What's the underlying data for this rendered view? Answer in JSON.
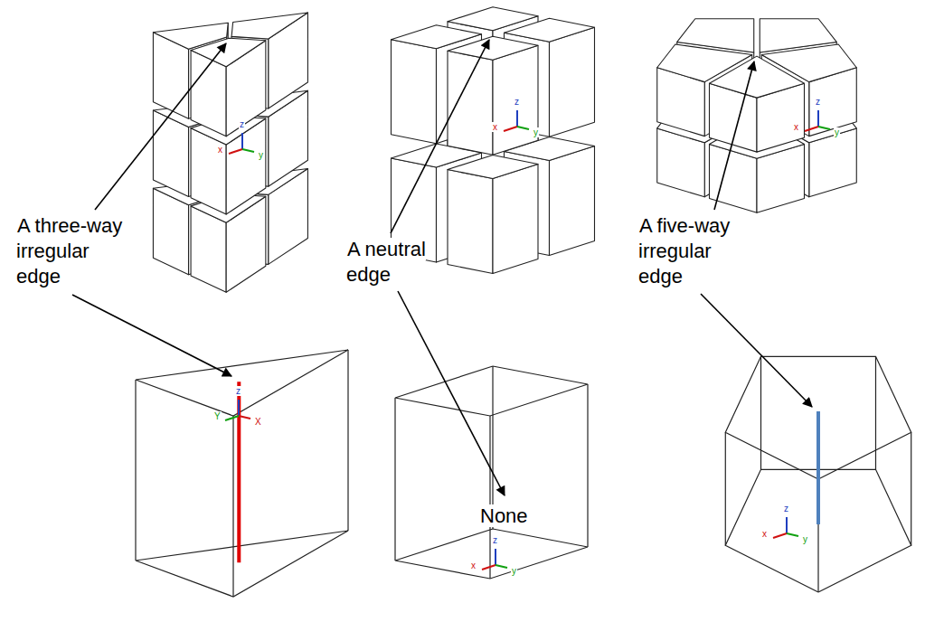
{
  "diagram": {
    "labels": [
      "z",
      "x",
      "y",
      "z",
      "x",
      "y",
      "z",
      "x",
      "y",
      "A three-way irregular edge",
      "A neutral edge",
      "A five-way irregular edge",
      "None",
      "z",
      "Y",
      "X",
      "z",
      "x",
      "y",
      "z",
      "x",
      "y"
    ]
  }
}
